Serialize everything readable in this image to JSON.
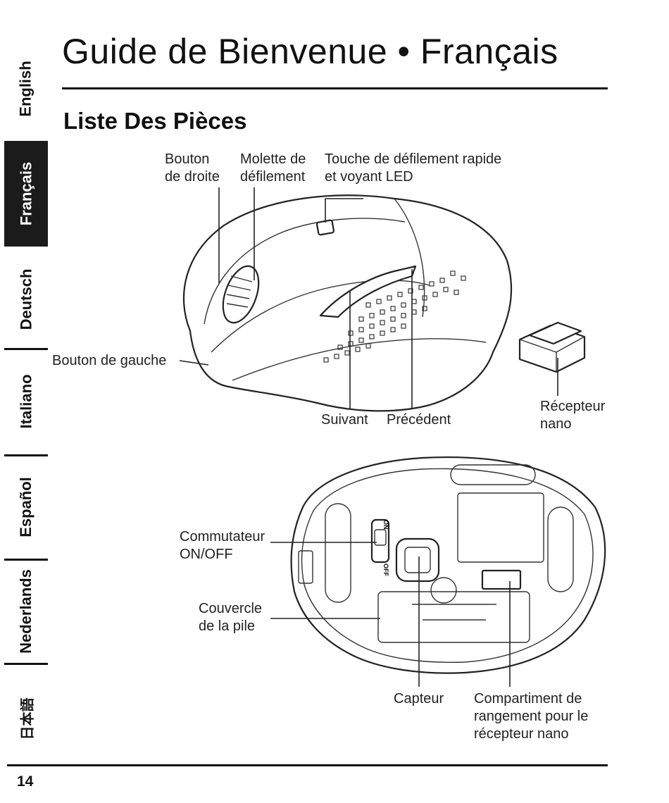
{
  "sidebar": {
    "languages": [
      "English",
      "Français",
      "Deutsch",
      "Italiano",
      "Español",
      "Nederlands",
      "日本語"
    ],
    "active": "Français"
  },
  "header": {
    "title": "Guide de Bienvenue • Français",
    "section": "Liste Des Pièces"
  },
  "labels": {
    "right_button": "Bouton\nde droite",
    "scroll_wheel": "Molette de\ndéfilement",
    "fast_scroll": "Touche de défilement rapide\net voyant LED",
    "left_button": "Bouton de gauche",
    "next": "Suivant",
    "previous": "Précédent",
    "nano_receiver": "Récepteur\nnano",
    "switch": "Commutateur\nON/OFF",
    "battery_cover": "Couvercle\nde la pile",
    "sensor": "Capteur",
    "storage": "Compartiment de\nrangement pour le\nrécepteur nano",
    "switch_on": "ON",
    "switch_off": "OFF"
  },
  "footer": {
    "page_number": "14"
  }
}
